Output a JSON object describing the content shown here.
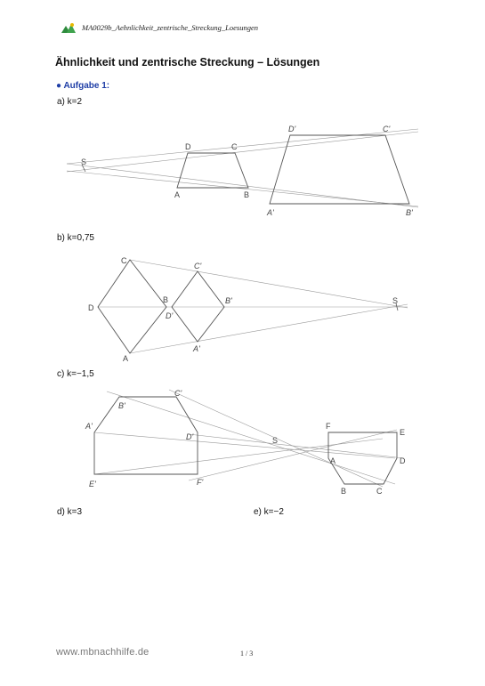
{
  "header": {
    "title": "MA0029b_Aehnlichkeit_zentrische_Streckung_Loesungen"
  },
  "page_title": "Ähnlichkeit und zentrische Streckung – Lösungen",
  "task": {
    "label": "● Aufgabe 1:"
  },
  "parts": {
    "a": {
      "label": "a)  k=2",
      "points": [
        "S",
        "A",
        "B",
        "C",
        "D",
        "A'",
        "B'",
        "C'",
        "D'"
      ]
    },
    "b": {
      "label": "b)  k=0,75",
      "points": [
        "S",
        "A",
        "B",
        "C",
        "D",
        "A'",
        "B'",
        "C'",
        "D'"
      ]
    },
    "c": {
      "label": "c)  k=−1,5",
      "points": [
        "S",
        "A",
        "B",
        "C",
        "D",
        "E",
        "F",
        "A'",
        "B'",
        "C'",
        "D'",
        "E'",
        "F'"
      ]
    },
    "d": {
      "label": "d)  k=3"
    },
    "e": {
      "label": "e)  k=−2"
    }
  },
  "colors": {
    "line": "#555555",
    "task_blue": "#1f3ea6",
    "footer_grey": "#777777"
  },
  "footer": {
    "url": "www.mbnachhilfe.de",
    "page": "1 / 3"
  }
}
